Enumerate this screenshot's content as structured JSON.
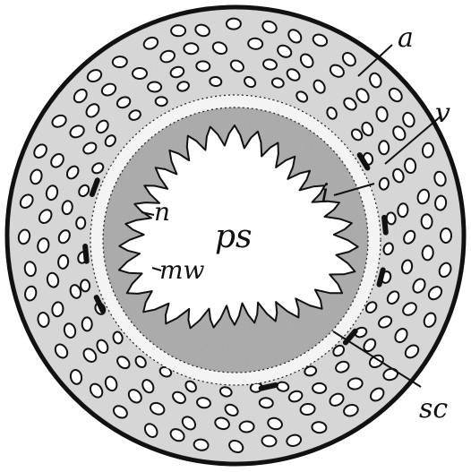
{
  "figure": {
    "labels": {
      "a": "a",
      "v": "v",
      "i": "i",
      "n": "n",
      "ps": "ps",
      "mw": "mw",
      "sc": "sc"
    }
  },
  "colors": {
    "ink": "#111111",
    "outer_shade": "#d9d9d9",
    "inner_shade": "#9a9a9a",
    "paper": "#ffffff",
    "band": "#f4f4f4"
  }
}
